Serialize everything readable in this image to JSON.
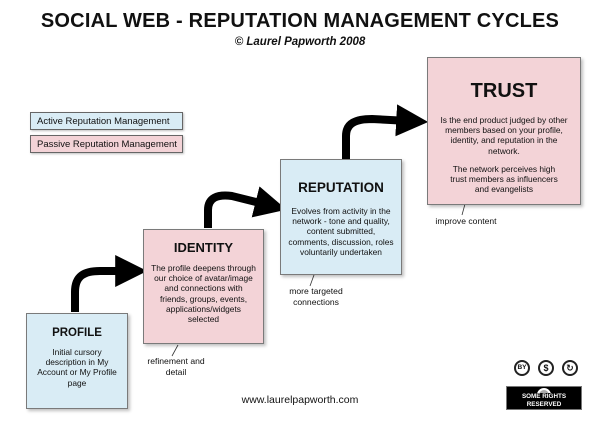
{
  "title": "SOCIAL WEB - REPUTATION MANAGEMENT CYCLES",
  "subtitle": "© Laurel Papworth 2008",
  "legend": {
    "active": "Active Reputation Management",
    "passive": "Passive Reputation Management",
    "active_color": "#d9ecf5",
    "passive_color": "#f3d3d7"
  },
  "stages": {
    "profile": {
      "heading": "PROFILE",
      "desc": "Initial cursory description in My Account or My Profile page",
      "type": "active"
    },
    "identity": {
      "heading": "IDENTITY",
      "desc": "The profile deepens through our choice of avatar/image and connections with friends, groups, events, applications/widgets selected",
      "type": "passive"
    },
    "reputation": {
      "heading": "REPUTATION",
      "desc": "Evolves from activity in the network - tone and quality, content submitted, comments, discussion, roles voluntarily undertaken",
      "type": "active"
    },
    "trust": {
      "heading": "TRUST",
      "desc1": "Is the end product judged by other members based on your profile, identity, and reputation in the network.",
      "desc2": "The network perceives high trust members as influencers and evangelists",
      "type": "passive"
    }
  },
  "notes": {
    "refinement": "refinement and detail",
    "targeted": "more targeted connections",
    "improve": "improve content"
  },
  "footer_url": "www.laurelpapworth.com",
  "license": {
    "badge_text": "SOME RIGHTS RESERVED",
    "icon_by": "BY",
    "icon_nc": "$",
    "icon_sa": "↻"
  }
}
